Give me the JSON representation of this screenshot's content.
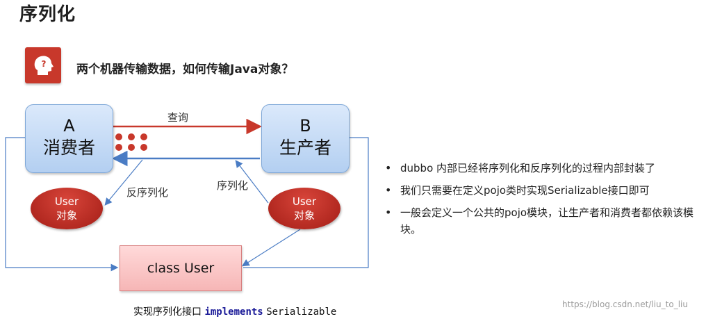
{
  "slide": {
    "title": "序列化",
    "question": "两个机器传输数据，如何传输Java对象？"
  },
  "diagram": {
    "node_a": {
      "letter": "A",
      "name": "消费者"
    },
    "node_b": {
      "letter": "B",
      "name": "生产者"
    },
    "arrow_query_label": "查询",
    "deserialize_label": "反序列化",
    "serialize_label": "序列化",
    "user_object_left": {
      "line1": "User",
      "line2": "对象"
    },
    "user_object_right": {
      "line1": "User",
      "line2": "对象"
    },
    "class_box": "class User",
    "implements_prefix": "实现序列化接口",
    "implements_keyword": "implements",
    "implements_interface": "Serializable",
    "colors": {
      "box_blue": "#b3cff1",
      "arrow_red": "#c8382b",
      "arrow_blue": "#4a7cc4"
    }
  },
  "bullets": [
    "dubbo 内部已经将序列化和反序列化的过程内部封装了",
    "我们只需要在定义pojo类时实现Serializable接口即可",
    "一般会定义一个公共的pojo模块，让生产者和消费者都依赖该模块。"
  ],
  "watermark": "https://blog.csdn.net/liu_to_liu"
}
